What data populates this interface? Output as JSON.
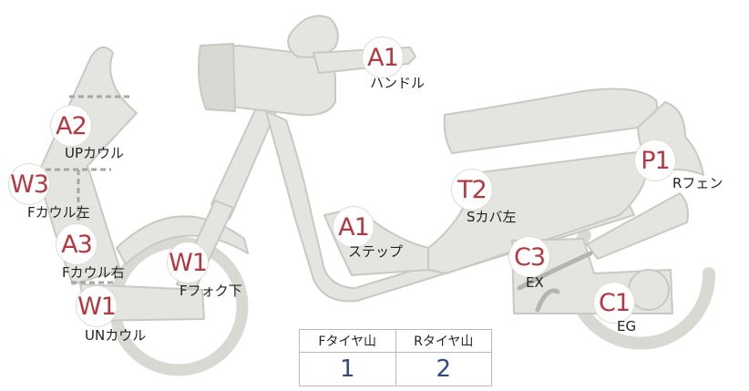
{
  "colors": {
    "body_fill": "#e4e4e0",
    "body_stroke": "#c9c9c3",
    "marker_text": "#b5383e",
    "dashed_line": "#a6a6a6",
    "value_text": "#2f4a86"
  },
  "markers": [
    {
      "code": "A1",
      "label": "ハンドル"
    },
    {
      "code": "A2",
      "label": "UPカウル"
    },
    {
      "code": "W3",
      "label": "Fカウル左"
    },
    {
      "code": "A3",
      "label": "Fカウル右"
    },
    {
      "code": "W1",
      "label": "Fフォク下"
    },
    {
      "code": "W1",
      "label": "UNカウル"
    },
    {
      "code": "A1",
      "label": "ステップ"
    },
    {
      "code": "T2",
      "label": "Sカバ左"
    },
    {
      "code": "P1",
      "label": "Rフェン"
    },
    {
      "code": "C3",
      "label": "EX"
    },
    {
      "code": "C1",
      "label": "EG"
    }
  ],
  "tire_table": {
    "headers": [
      "Fタイヤ山",
      "Rタイヤ山"
    ],
    "values": [
      "1",
      "2"
    ]
  }
}
